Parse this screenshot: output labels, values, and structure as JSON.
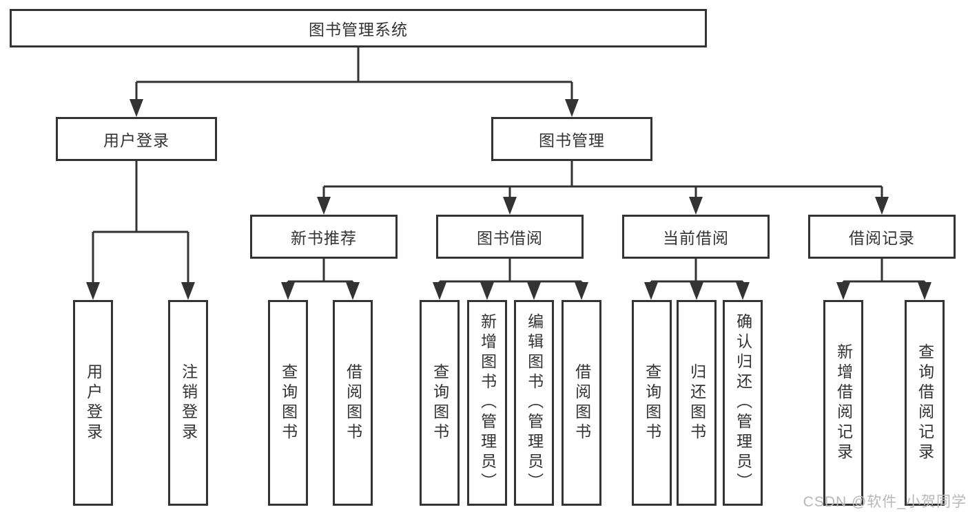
{
  "nodes": {
    "root": {
      "label": "图书管理系统"
    },
    "level2": [
      {
        "label": "用户登录"
      },
      {
        "label": "图书管理"
      }
    ],
    "level3": [
      {
        "label": "新书推荐",
        "parent": "图书管理"
      },
      {
        "label": "图书借阅",
        "parent": "图书管理"
      },
      {
        "label": "当前借阅",
        "parent": "图书管理"
      },
      {
        "label": "借阅记录",
        "parent": "图书管理"
      }
    ],
    "leaves": [
      {
        "label": "用户登录",
        "parent": "用户登录"
      },
      {
        "label": "注销登录",
        "parent": "用户登录"
      },
      {
        "label": "查询图书",
        "parent": "新书推荐"
      },
      {
        "label": "借阅图书",
        "parent": "新书推荐"
      },
      {
        "label": "查询图书",
        "parent": "图书借阅"
      },
      {
        "label": "新增图书（管理员）",
        "parent": "图书借阅"
      },
      {
        "label": "编辑图书（管理员）",
        "parent": "图书借阅"
      },
      {
        "label": "借阅图书",
        "parent": "图书借阅"
      },
      {
        "label": "查询图书",
        "parent": "当前借阅"
      },
      {
        "label": "归还图书",
        "parent": "当前借阅"
      },
      {
        "label": "确认归还（管理员）",
        "parent": "当前借阅"
      },
      {
        "label": "新增借阅记录",
        "parent": "借阅记录"
      },
      {
        "label": "查询借阅记录",
        "parent": "借阅记录"
      }
    ]
  },
  "watermark": {
    "text": "CSDN @软件_小贺同学"
  },
  "colors": {
    "line": "#333333",
    "text": "#333333",
    "box_background": "#ffffff",
    "page_background": "#ffffff",
    "watermark": "#b7b7b7"
  }
}
